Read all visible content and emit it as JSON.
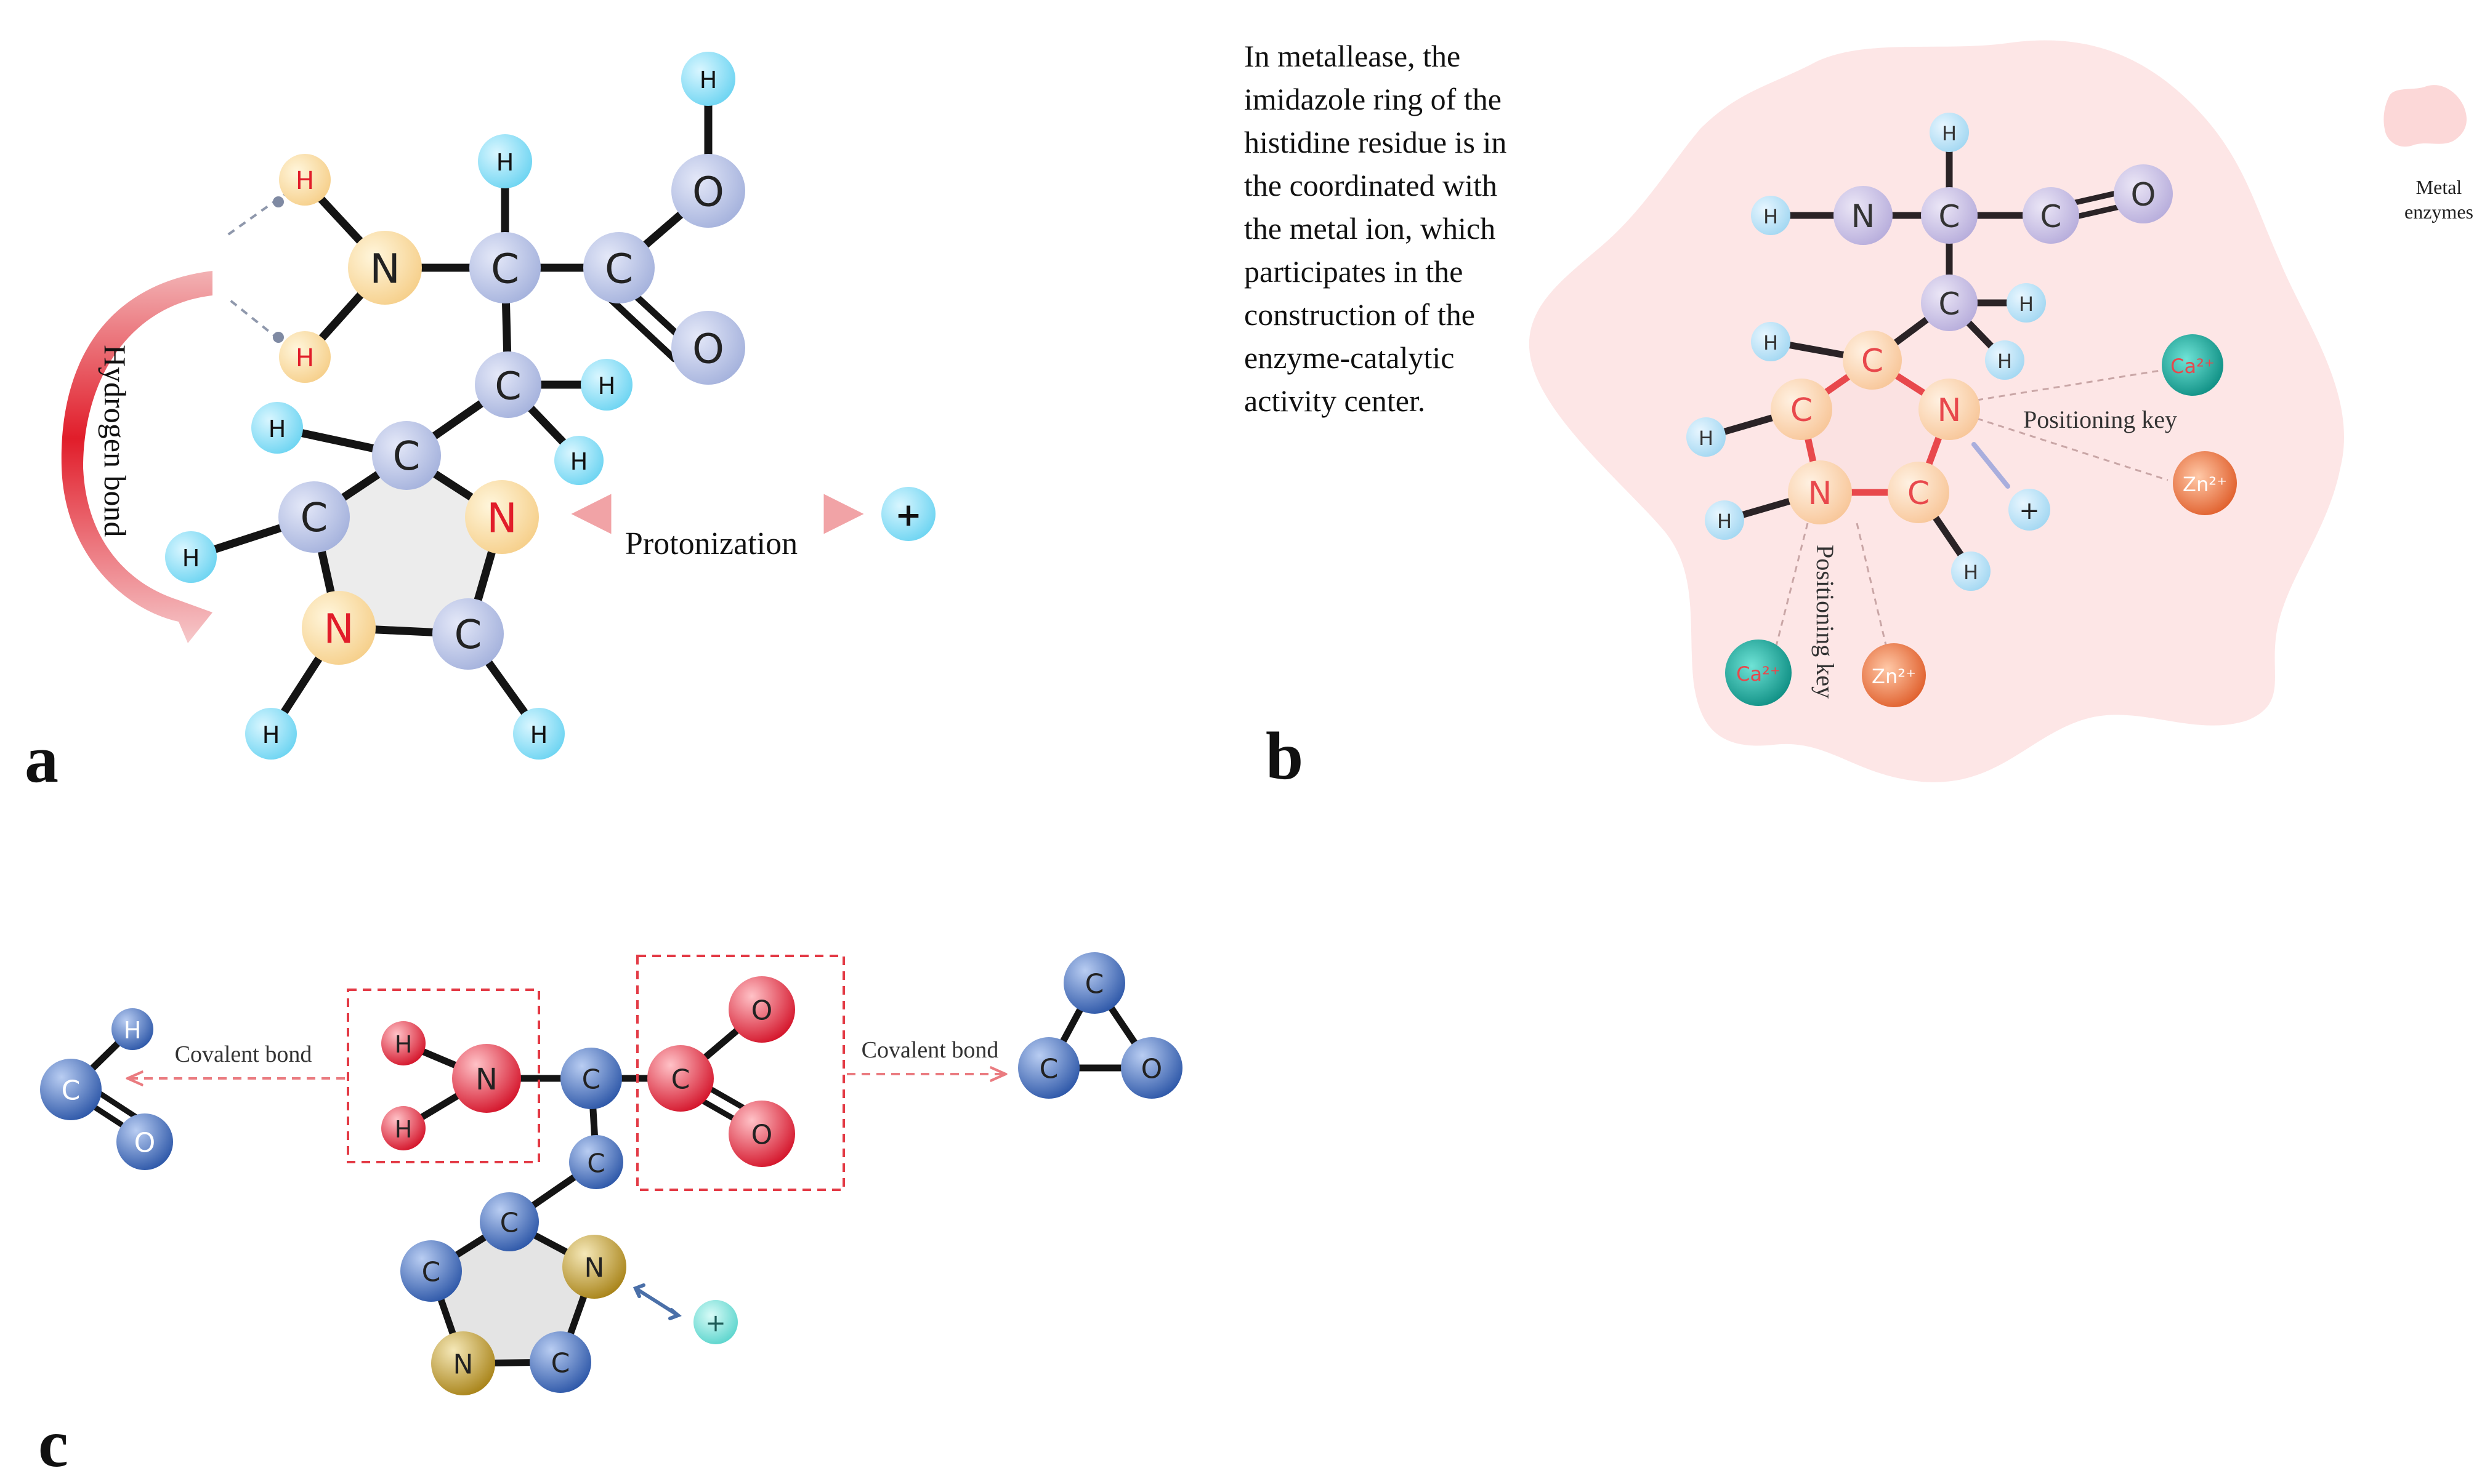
{
  "panels": {
    "a": {
      "label": "a",
      "hydrogen_bond": "Hydrogen bond",
      "protonization": "Protonization",
      "charge": "+",
      "atoms": {
        "oh_h": "H",
        "o_hyd": "O",
        "o_dbl": "O",
        "c_carb": "C",
        "c_alpha": "C",
        "h_alpha": "H",
        "n_amine": "N",
        "h_n1": "H",
        "h_n2": "H",
        "c_beta": "C",
        "h_b1": "H",
        "h_b2": "H",
        "c_r1": "C",
        "c_r2": "C",
        "n_r3": "N",
        "c_r4": "C",
        "n_r5": "N",
        "h_r1": "H",
        "h_r2": "H",
        "h_r4": "H",
        "h_r5": "H"
      }
    },
    "b": {
      "label": "b",
      "description_lines": [
        "In metallease, the",
        "imidazole ring of the",
        "histidine residue is in",
        "the coordinated with",
        "the metal ion, which",
        "participates in the",
        "construction of the",
        "enzyme-catalytic",
        "activity center."
      ],
      "legend_lines": [
        "Metal",
        "enzymes"
      ],
      "positioning_key_right": "Positioning key",
      "positioning_key_bottom": "Positioning key",
      "charge": "+",
      "ions": {
        "ca_top": "Ca²⁺",
        "zn_right": "Zn²⁺",
        "ca_bottom": "Ca²⁺",
        "zn_bottom": "Zn²⁺"
      },
      "colors": {
        "enzyme_blob": "#fde6e6",
        "ca_ion": "#16a89a",
        "zn_ion": "#e8703f",
        "ring_bond": "#e8484c"
      },
      "atoms": {
        "h_n": "H",
        "n": "N",
        "c_alpha": "C",
        "c_co": "C",
        "o": "O",
        "h_alpha": "H",
        "c_beta": "C",
        "h_b1": "H",
        "h_b2": "H",
        "c_r1": "C",
        "n_r2": "N",
        "c_r3": "C",
        "n_r4": "N",
        "c_r5": "C",
        "h_r1": "H",
        "h_r5": "H",
        "h_r4": "H",
        "h_r3": "H"
      }
    },
    "c": {
      "label": "c",
      "covalent_bond_left": "Covalent bond",
      "covalent_bond_right": "Covalent bond",
      "charge": "+",
      "atoms": {
        "ald_h": "H",
        "ald_c": "C",
        "ald_o": "O",
        "h1": "H",
        "h2": "H",
        "n": "N",
        "c_alpha": "C",
        "c_carb": "C",
        "o1": "O",
        "o2": "O",
        "c_beta": "C",
        "c_r1": "C",
        "c_r2": "C",
        "n_r3": "N",
        "c_r4": "C",
        "n_r5": "N",
        "ep_c_top": "C",
        "ep_c_left": "C",
        "ep_o": "O"
      }
    }
  }
}
